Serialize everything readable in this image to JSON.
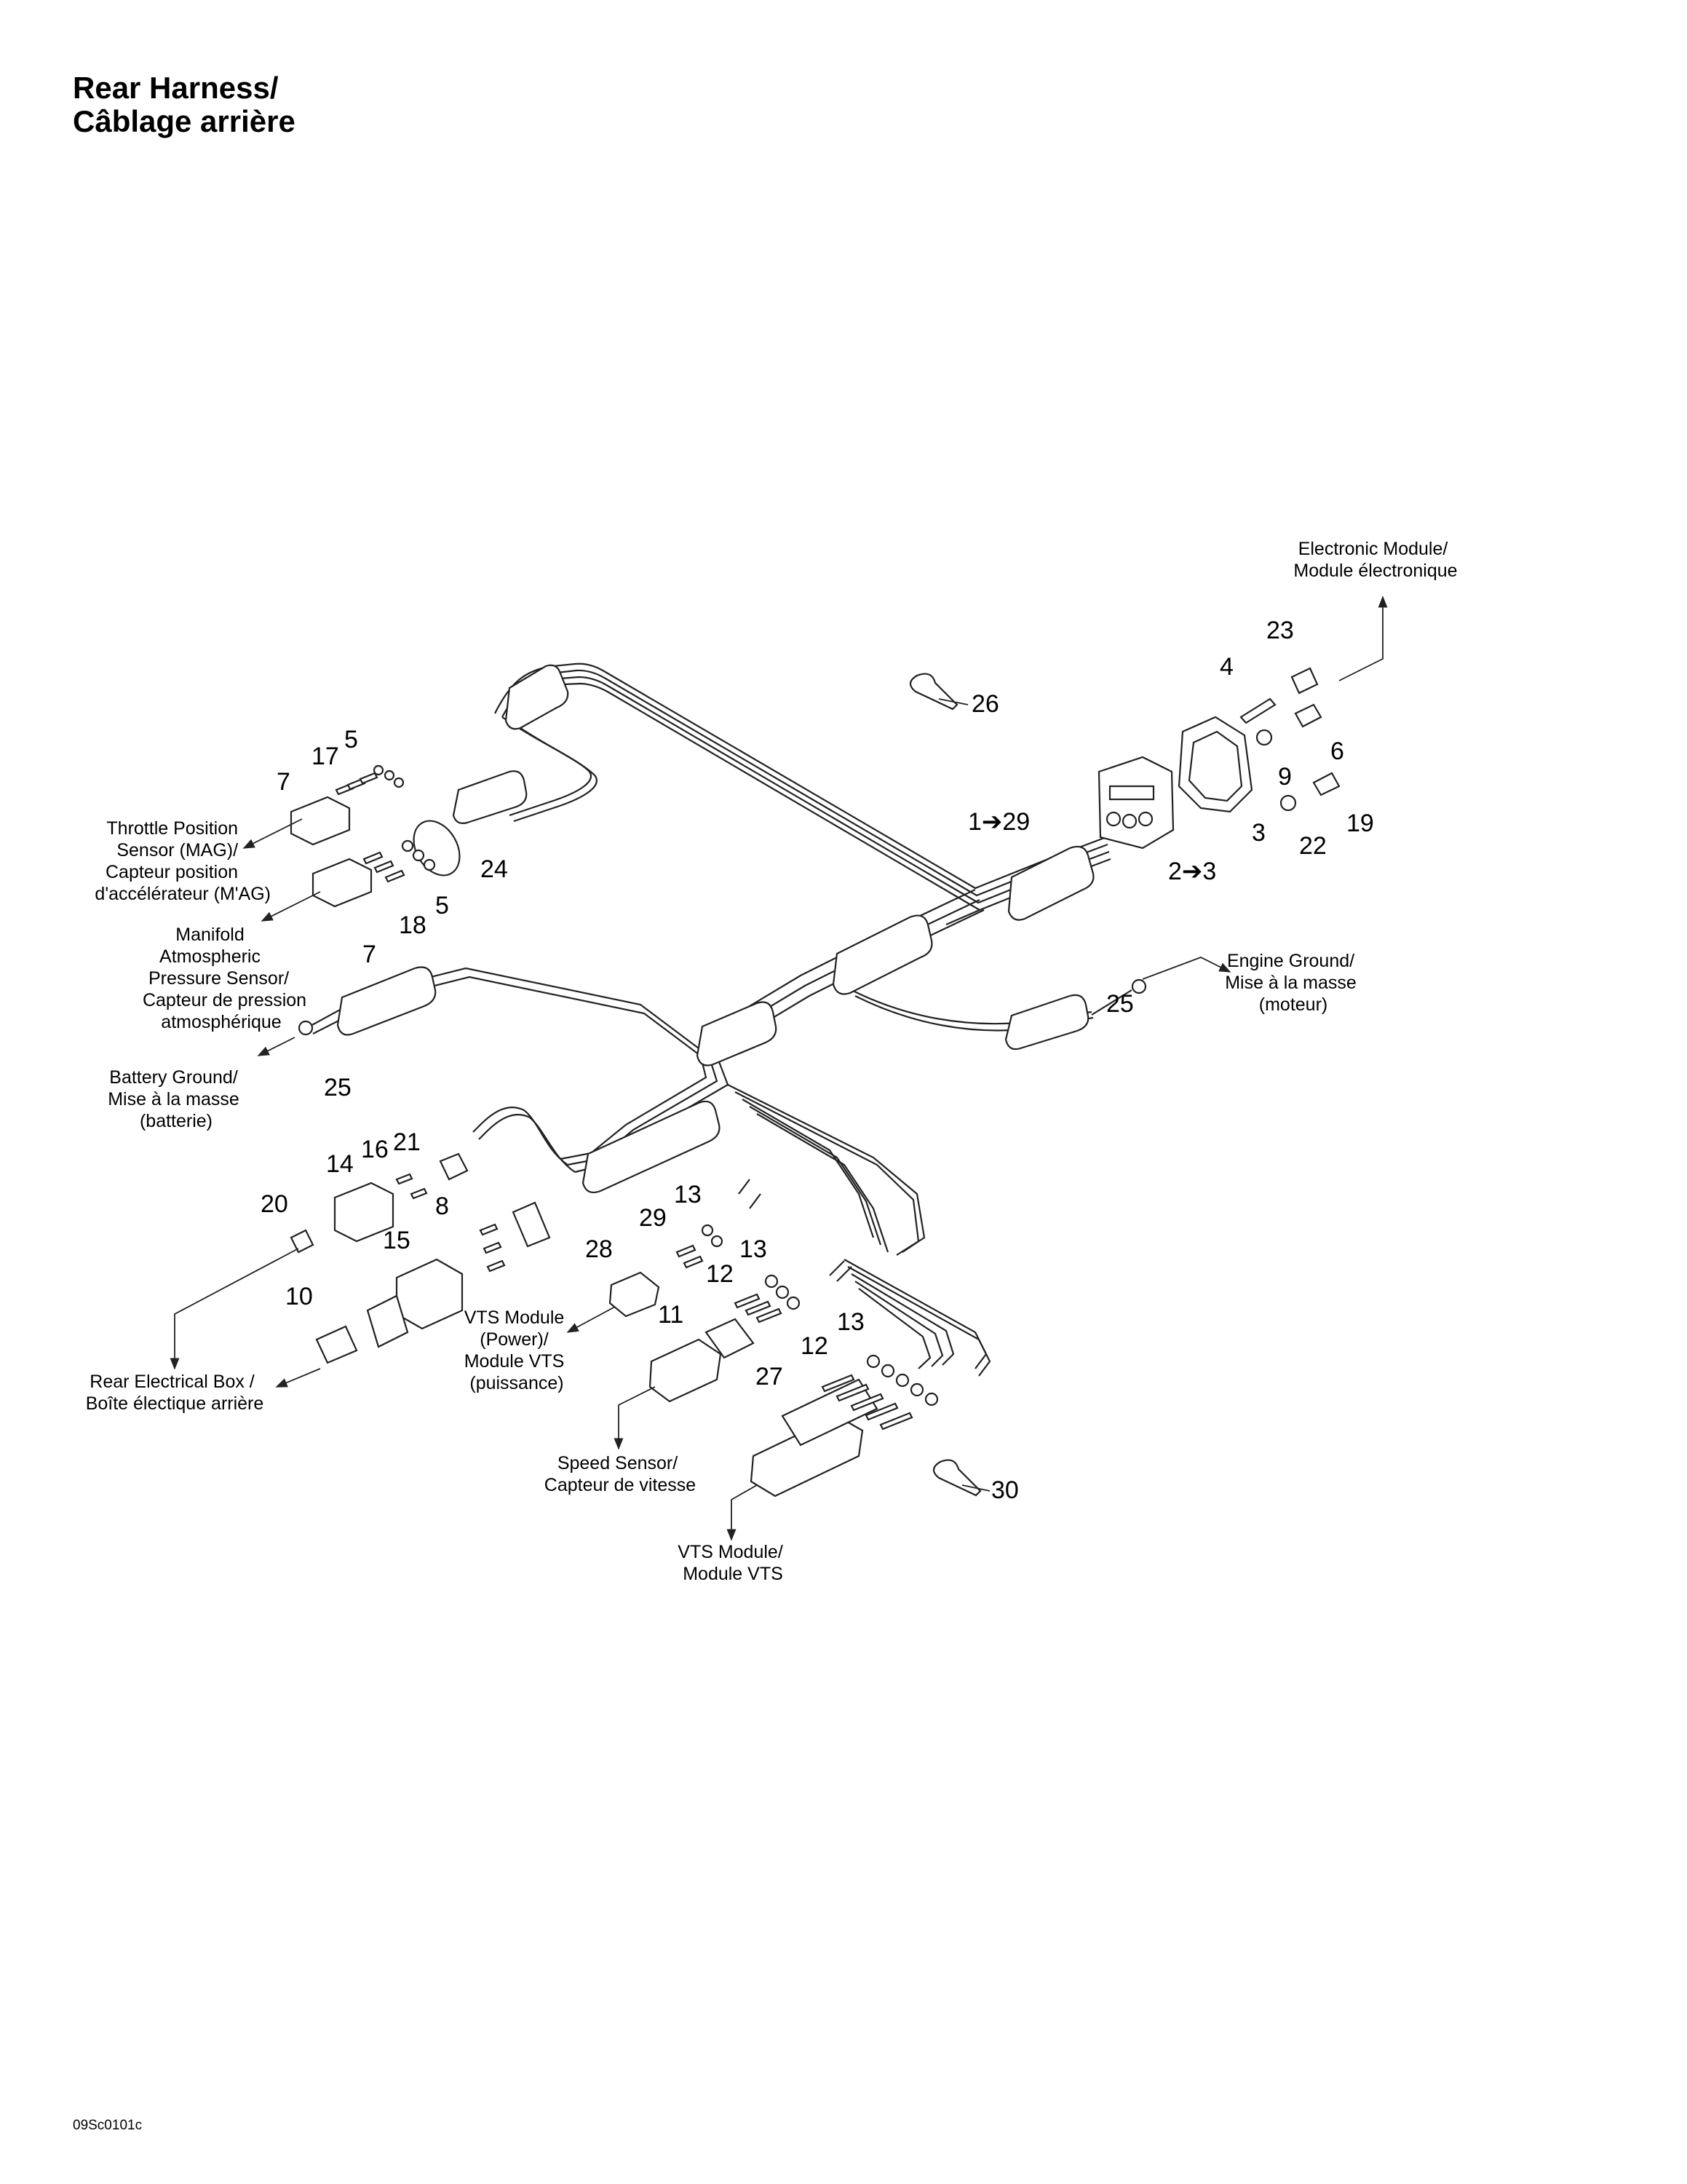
{
  "title": {
    "line1": "Rear Harness/",
    "line2": "Câblage arrière"
  },
  "callouts": {
    "c1": "1➔29",
    "c2": "2➔3",
    "c3": "3",
    "c4": "4",
    "c5a": "5",
    "c5b": "5",
    "c6": "6",
    "c7a": "7",
    "c7b": "7",
    "c8": "8",
    "c9": "9",
    "c10": "10",
    "c11": "11",
    "c12a": "12",
    "c12b": "12",
    "c13a": "13",
    "c13b": "13",
    "c13c": "13",
    "c14": "14",
    "c15": "15",
    "c16": "16",
    "c17": "17",
    "c18": "18",
    "c19": "19",
    "c20": "20",
    "c21": "21",
    "c22": "22",
    "c23": "23",
    "c24": "24",
    "c25a": "25",
    "c25b": "25",
    "c26": "26",
    "c27": "27",
    "c28": "28",
    "c29": "29",
    "c30": "30"
  },
  "captions": {
    "electronic_module": [
      "Electronic Module/",
      "Module électronique"
    ],
    "throttle_sensor": [
      "Throttle Position",
      "Sensor (MAG)/",
      "Capteur position",
      "d'accélérateur (M'AG)"
    ],
    "manifold_sensor": [
      "Manifold",
      "Atmospheric",
      "Pressure Sensor/",
      "Capteur de pression",
      "atmosphérique"
    ],
    "engine_ground": [
      "Engine Ground/",
      "Mise à la masse",
      "(moteur)"
    ],
    "battery_ground": [
      "Battery Ground/",
      "Mise à la masse",
      "(batterie)"
    ],
    "vts_power": [
      "VTS Module",
      "(Power)/",
      "Module VTS",
      "(puissance)"
    ],
    "rear_box": [
      "Rear Electrical Box /",
      "Boîte électique arrière"
    ],
    "speed_sensor": [
      "Speed Sensor/",
      "Capteur de vitesse"
    ],
    "vts_module": [
      "VTS Module/",
      "Module VTS"
    ]
  },
  "figure_code": "09Sc0101c"
}
